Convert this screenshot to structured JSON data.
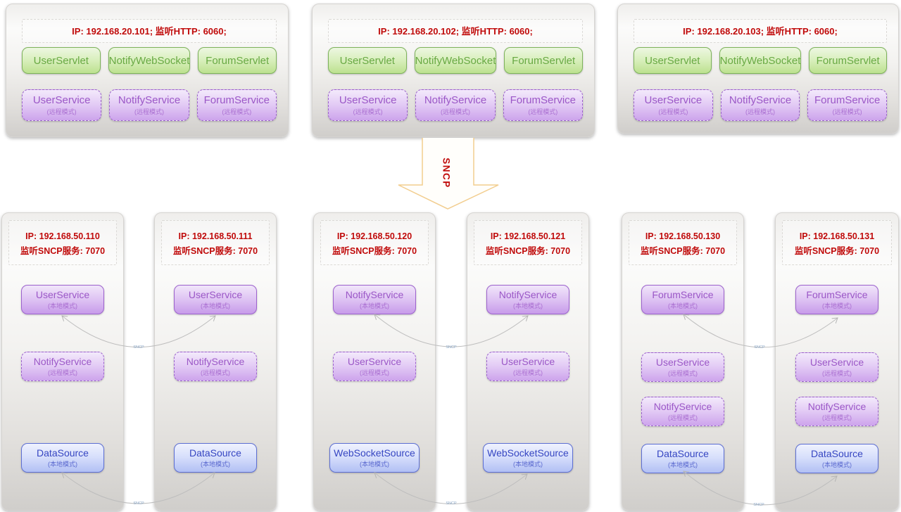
{
  "arrow": {
    "label": "SNCP"
  },
  "top_servers": [
    {
      "ip_line": "IP: 192.168.20.101;  监听HTTP: 6060;",
      "servlets": [
        "UserServlet",
        "NotifyWebSocket",
        "ForumServlet"
      ],
      "services": [
        {
          "name": "UserService",
          "mode": "(远程模式)"
        },
        {
          "name": "NotifyService",
          "mode": "(远程模式)"
        },
        {
          "name": "ForumService",
          "mode": "(远程模式)"
        }
      ]
    },
    {
      "ip_line": "IP: 192.168.20.102;  监听HTTP: 6060;",
      "servlets": [
        "UserServlet",
        "NotifyWebSocket",
        "ForumServlet"
      ],
      "services": [
        {
          "name": "UserService",
          "mode": "(远程模式)"
        },
        {
          "name": "NotifyService",
          "mode": "(远程模式)"
        },
        {
          "name": "ForumService",
          "mode": "(远程模式)"
        }
      ]
    },
    {
      "ip_line": "IP: 192.168.20.103;  监听HTTP: 6060;",
      "servlets": [
        "UserServlet",
        "NotifyWebSocket",
        "ForumServlet"
      ],
      "services": [
        {
          "name": "UserService",
          "mode": "(远程模式)"
        },
        {
          "name": "NotifyService",
          "mode": "(远程模式)"
        },
        {
          "name": "ForumService",
          "mode": "(远程模式)"
        }
      ]
    }
  ],
  "nodes": [
    {
      "ip_line1": "IP: 192.168.50.110",
      "ip_line2": "监听SNCP服务: 7070",
      "services": [
        {
          "name": "UserService",
          "mode": "(本地模式)"
        },
        {
          "name": "NotifyService",
          "mode": "(远程模式)"
        },
        {
          "name": "DataSource",
          "mode": "(本地模式)"
        }
      ]
    },
    {
      "ip_line1": "IP: 192.168.50.111",
      "ip_line2": "监听SNCP服务: 7070",
      "services": [
        {
          "name": "UserService",
          "mode": "(本地模式)"
        },
        {
          "name": "NotifyService",
          "mode": "(远程模式)"
        },
        {
          "name": "DataSource",
          "mode": "(本地模式)"
        }
      ]
    },
    {
      "ip_line1": "IP: 192.168.50.120",
      "ip_line2": "监听SNCP服务: 7070",
      "services": [
        {
          "name": "NotifyService",
          "mode": "(本地模式)"
        },
        {
          "name": "UserService",
          "mode": "(远程模式)"
        },
        {
          "name": "WebSocketSource",
          "mode": "(本地模式)"
        }
      ]
    },
    {
      "ip_line1": "IP: 192.168.50.121",
      "ip_line2": "监听SNCP服务: 7070",
      "services": [
        {
          "name": "NotifyService",
          "mode": "(本地模式)"
        },
        {
          "name": "UserService",
          "mode": "(远程模式)"
        },
        {
          "name": "WebSocketSource",
          "mode": "(本地模式)"
        }
      ]
    },
    {
      "ip_line1": "IP: 192.168.50.130",
      "ip_line2": "监听SNCP服务: 7070",
      "services": [
        {
          "name": "ForumService",
          "mode": "(本地模式)"
        },
        {
          "name": "UserService",
          "mode": "(远程模式)"
        },
        {
          "name": "NotifyService",
          "mode": "(远程模式)"
        },
        {
          "name": "DataSource",
          "mode": "(本地模式)"
        }
      ]
    },
    {
      "ip_line1": "IP: 192.168.50.131",
      "ip_line2": "监听SNCP服务: 7070",
      "services": [
        {
          "name": "ForumService",
          "mode": "(本地模式)"
        },
        {
          "name": "UserService",
          "mode": "(远程模式)"
        },
        {
          "name": "NotifyService",
          "mode": "(远程模式)"
        },
        {
          "name": "DataSource",
          "mode": "(本地模式)"
        }
      ]
    }
  ],
  "connections": [
    {
      "label": "SNCP",
      "from": "UserService@192.168.50.110",
      "to": "UserService@192.168.50.111"
    },
    {
      "label": "SNCP",
      "from": "DataSource@192.168.50.110",
      "to": "DataSource@192.168.50.111"
    },
    {
      "label": "SNCP",
      "from": "NotifyService@192.168.50.120",
      "to": "NotifyService@192.168.50.121"
    },
    {
      "label": "SNCP",
      "from": "WebSocketSource@192.168.50.120",
      "to": "WebSocketSource@192.168.50.121"
    },
    {
      "label": "SNCP",
      "from": "ForumService@192.168.50.130",
      "to": "ForumService@192.168.50.131"
    },
    {
      "label": "SNCP",
      "from": "DataSource@192.168.50.130",
      "to": "DataSource@192.168.50.131"
    }
  ]
}
